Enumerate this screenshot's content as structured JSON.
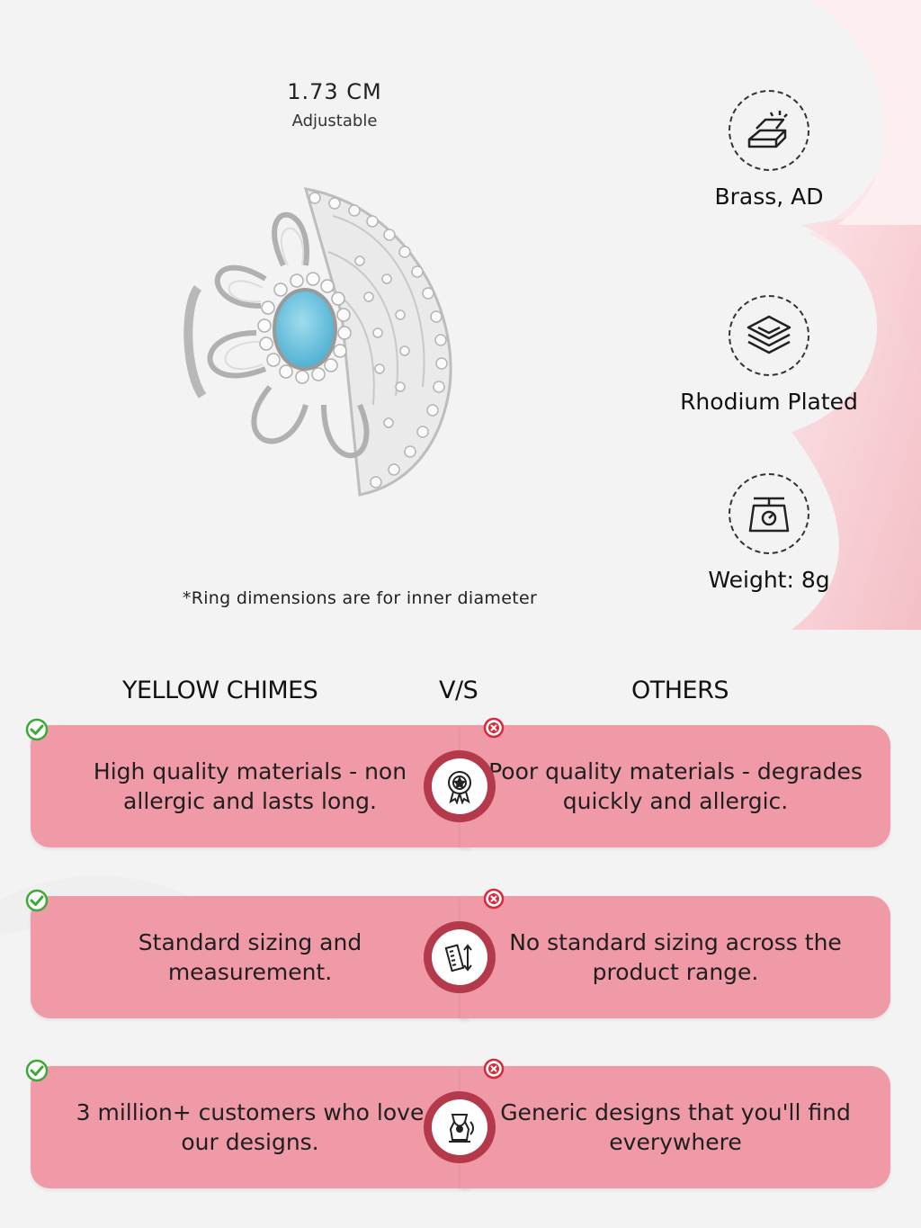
{
  "size": {
    "value": "1.73 CM",
    "note": "Adjustable"
  },
  "dimensions_note": "*Ring dimensions are for inner diameter",
  "features": [
    {
      "icon": "gold-bars-icon",
      "label": "Brass, AD"
    },
    {
      "icon": "layers-icon",
      "label": "Rhodium Plated"
    },
    {
      "icon": "weighing-scale-icon",
      "label": "Weight: 8g"
    }
  ],
  "comparison": {
    "left_heading": "YELLOW CHIMES",
    "vs_label": "V/S",
    "right_heading": "OTHERS",
    "rows": [
      {
        "left": "High quality materials - non allergic and lasts long.",
        "right": "Poor quality materials - degrades quickly and allergic.",
        "icon": "quality-badge-icon"
      },
      {
        "left": "Standard sizing and measurement.",
        "right": "No standard sizing across the product range.",
        "icon": "ruler-measure-icon"
      },
      {
        "left": "3 million+ customers who love our designs.",
        "right": "Generic designs that you'll find everywhere",
        "icon": "jewelry-bust-icon"
      }
    ]
  },
  "colors": {
    "pill": "#ef9aa6",
    "badge_ring": "#b43a4b",
    "check": "#3aa935",
    "cross": "#d8283a",
    "background": "#f4f3f3",
    "pink_decor": "#f6c6cc"
  }
}
